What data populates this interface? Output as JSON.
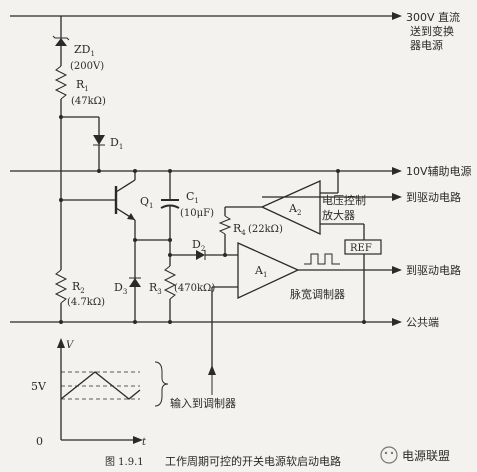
{
  "rails": {
    "top_300v": "300V 直流",
    "top_300v_line2": "送到变换",
    "top_300v_line3": "器电源",
    "aux_10v": "10V辅助电源",
    "common": "公共端"
  },
  "components": {
    "zd1": "ZD",
    "zd1_sub": "1",
    "zd1_value": "(200V)",
    "r1": "R",
    "r1_sub": "1",
    "r1_value": "(47kΩ)",
    "d1": "D",
    "d1_sub": "1",
    "q1": "Q",
    "q1_sub": "1",
    "c1": "C",
    "c1_sub": "1",
    "c1_value": "(10μF)",
    "d2": "D",
    "d2_sub": "2",
    "r4": "R",
    "r4_sub": "4",
    "r4_value": "(22kΩ)",
    "a2": "A",
    "a2_sub": "2",
    "a1": "A",
    "a1_sub": "1",
    "d3": "D",
    "d3_sub": "3",
    "r3": "R",
    "r3_sub": "3",
    "r3_value": "(470kΩ)",
    "r2": "R",
    "r2_sub": "2",
    "r2_value": "(4.7kΩ)",
    "ref": "REF"
  },
  "blocks": {
    "voltage_ctrl_line1": "电压控制",
    "voltage_ctrl_line2": "放大器",
    "pwm": "脉宽调制器",
    "to_driver_1": "到驱动电路",
    "to_driver_2": "到驱动电路"
  },
  "inset": {
    "y_axis": "V",
    "x_axis": "t",
    "level": "5V",
    "origin": "0",
    "input_label": "输入到调制器"
  },
  "caption": {
    "figure_no": "图 1.9.1",
    "title": "工作周期可控的开关电源软启动电路"
  },
  "watermark": "电源联盟"
}
